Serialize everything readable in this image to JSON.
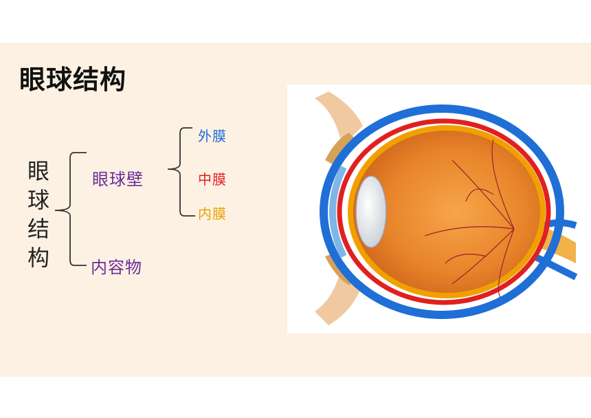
{
  "title": "眼球结构",
  "tree": {
    "root_chars": [
      "眼",
      "球",
      "结",
      "构"
    ],
    "wall": "眼球壁",
    "contents": "内容物",
    "outer": "外膜",
    "middle": "中膜",
    "inner": "内膜"
  },
  "colors": {
    "background": "#fdf1e4",
    "wall_text": "#6a2d9a",
    "outer_layer": "#1f6fd6",
    "middle_layer": "#e02020",
    "inner_layer": "#f0a000"
  }
}
